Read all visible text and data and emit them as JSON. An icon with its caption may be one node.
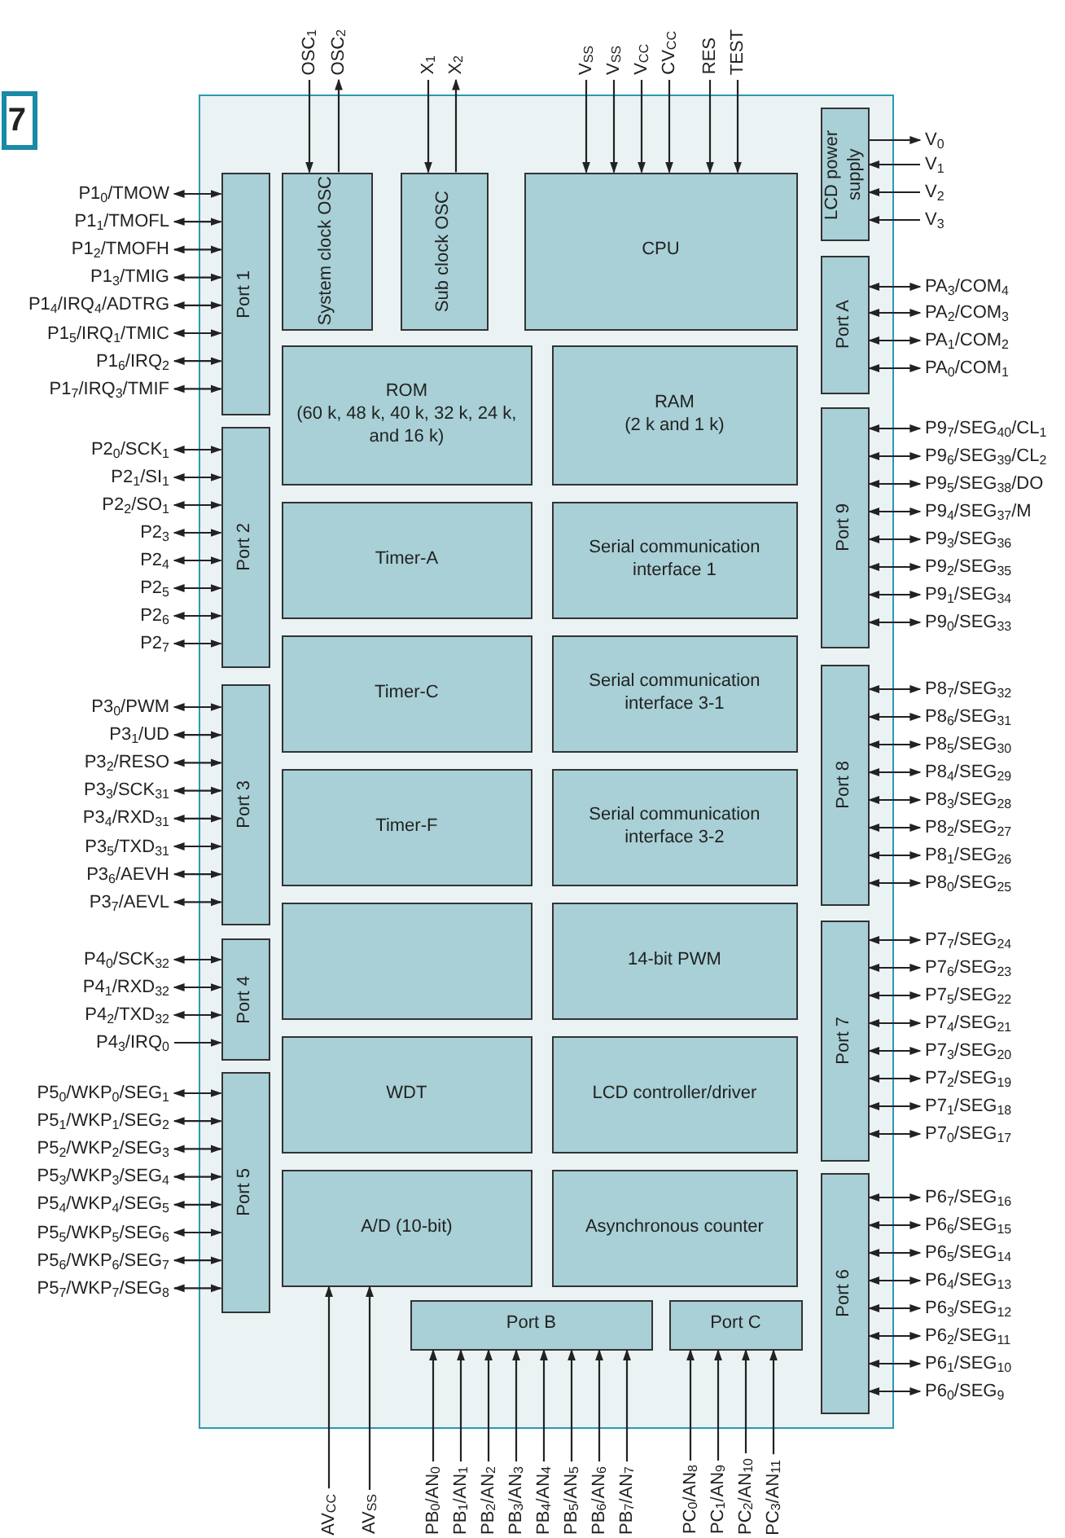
{
  "diagram": {
    "nodes": [
      {
        "text": [],
        "shape": "box"
      },
      {
        "text": [
          "Port 1"
        ],
        "in": 0
      },
      {
        "text": [
          "System clock OSC"
        ],
        "in": 0
      },
      {
        "text": [
          "Sub clock OSC"
        ],
        "in": 0
      },
      {
        "text": [
          "CPU"
        ],
        "in": 0
      },
      {
        "text": [
          "LCD power supply"
        ],
        "in": 0
      },
      {
        "text": [
          "Port A"
        ],
        "in": 0
      },
      {
        "text": [
          "ROM",
          "(60 k, 48 k, 40 k, 32 k, 24 k, and 16 k)"
        ],
        "in": 0
      },
      {
        "text": [
          "RAM",
          "(2 k and 1 k)"
        ],
        "in": 0
      },
      {
        "text": [
          "Port 9"
        ],
        "in": 0
      },
      {
        "text": [
          "Port 2"
        ],
        "in": 0
      },
      {
        "text": [
          "Timer-A"
        ],
        "in": 0
      },
      {
        "text": [
          "Serial communication interface 1"
        ],
        "in": 0
      },
      {
        "text": [
          "Port 3"
        ],
        "in": 0
      },
      {
        "text": [
          "Timer-C"
        ],
        "in": 0
      },
      {
        "text": [
          "Serial communication interface 3-1"
        ],
        "in": 0
      },
      {
        "text": [
          "Port 8"
        ],
        "in": 0
      },
      {
        "text": [
          "Timer-F"
        ],
        "in": 0
      },
      {
        "text": [
          "Serial communication interface 3-2"
        ],
        "in": 0
      },
      {
        "text": [
          "Port 4"
        ],
        "in": 0
      },
      {
        "text": [],
        "shape": "box",
        "in": 0
      },
      {
        "text": [
          "14-bit PWM"
        ],
        "in": 0
      },
      {
        "text": [
          "Port 7"
        ],
        "in": 0
      },
      {
        "text": [
          "Port 5"
        ],
        "in": 0
      },
      {
        "text": [
          "WDT"
        ],
        "in": 0
      },
      {
        "text": [
          "LCD controller/driver"
        ],
        "in": 0
      },
      {
        "text": [
          "A/D (10-bit)"
        ],
        "in": 0
      },
      {
        "text": [
          "Asynchronous counter"
        ],
        "in": 0
      },
      {
        "text": [
          "Port 6"
        ],
        "in": 0
      },
      {
        "text": [
          "Port B"
        ],
        "in": 0
      },
      {
        "text": [
          "Port C"
        ],
        "in": 0
      },
      {
        "text": [
          "OSC$_{1}$"
        ]
      },
      {
        "text": [
          "OSC$_{2}$"
        ]
      },
      {
        "text": [
          "X$_{1}$"
        ]
      },
      {
        "text": [
          "X$_{2}$"
        ]
      },
      {
        "text": [
          "V$_{SS}$"
        ]
      },
      {
        "text": [
          "V$_{SS}$"
        ]
      },
      {
        "text": [
          "V$_{CC}$"
        ]
      },
      {
        "text": [
          "CV$_{CC}$"
        ]
      },
      {
        "text": [
          "RES"
        ]
      },
      {
        "text": [
          "TEST"
        ]
      },
      {
        "text": [
          "V$_{0}$"
        ]
      },
      {
        "text": [
          "V$_{1}$"
        ]
      },
      {
        "text": [
          "V$_{2}$"
        ]
      },
      {
        "text": [
          "V$_{3}$"
        ]
      },
      {
        "text": [
          "PA$_{3}$/COM$_{4}$"
        ]
      },
      {
        "text": [
          "PA$_{2}$/COM$_{3}$"
        ]
      },
      {
        "text": [
          "PA$_{1}$/COM$_{2}$"
        ]
      },
      {
        "text": [
          "PA$_{0}$/COM$_{1}$"
        ]
      },
      {
        "text": [
          "P1$_{0}$/TMOW"
        ]
      },
      {
        "text": [
          "P1$_{1}$/TMOFL"
        ]
      },
      {
        "text": [
          "P1$_{2}$/TMOFH"
        ]
      },
      {
        "text": [
          "P1$_{3}$/TMIG"
        ]
      },
      {
        "text": [
          "P1$_{4}$/IRQ$_{4}$/ADTRG"
        ]
      },
      {
        "text": [
          "P1$_{5}$/IRQ$_{1}$/TMIC"
        ]
      },
      {
        "text": [
          "P1$_{6}$/IRQ$_{2}$"
        ]
      },
      {
        "text": [
          "P1$_{7}$/IRQ$_{3}$/TMIF"
        ]
      },
      {
        "text": [
          "P2$_{0}$/SCK$_{1}$"
        ]
      },
      {
        "text": [
          "P2$_{1}$/SI$_{1}$"
        ]
      },
      {
        "text": [
          "P2$_{2}$/SO$_{1}$"
        ]
      },
      {
        "text": [
          "P2$_{3}$"
        ]
      },
      {
        "text": [
          "P2$_{4}$"
        ]
      },
      {
        "text": [
          "P2$_{5}$"
        ]
      },
      {
        "text": [
          "P2$_{6}$"
        ]
      },
      {
        "text": [
          "P2$_{7}$"
        ]
      },
      {
        "text": [
          "P3$_{0}$/PWM"
        ]
      },
      {
        "text": [
          "P3$_{1}$/UD"
        ]
      },
      {
        "text": [
          "P3$_{2}$/RESO"
        ]
      },
      {
        "text": [
          "P3$_{3}$/SCK$_{31}$"
        ]
      },
      {
        "text": [
          "P3$_{4}$/RXD$_{31}$"
        ]
      },
      {
        "text": [
          "P3$_{5}$/TXD$_{31}$"
        ]
      },
      {
        "text": [
          "P3$_{6}$/AEVH"
        ]
      },
      {
        "text": [
          "P3$_{7}$/AEVL"
        ]
      },
      {
        "text": [
          "P4$_{0}$/SCK$_{32}$"
        ]
      },
      {
        "text": [
          "P4$_{1}$/RXD$_{32}$"
        ]
      },
      {
        "text": [
          "P4$_{2}$/TXD$_{32}$"
        ]
      },
      {
        "text": [
          "P4$_{3}$/IRQ$_{0}$"
        ]
      },
      {
        "text": [
          "P5$_{0}$/WKP$_{0}$/SEG$_{1}$"
        ]
      },
      {
        "text": [
          "P5$_{1}$/WKP$_{1}$/SEG$_{2}$"
        ]
      },
      {
        "text": [
          "P5$_{2}$/WKP$_{2}$/SEG$_{3}$"
        ]
      },
      {
        "text": [
          "P5$_{3}$/WKP$_{3}$/SEG$_{4}$"
        ]
      },
      {
        "text": [
          "P5$_{4}$/WKP$_{4}$/SEG$_{5}$"
        ]
      },
      {
        "text": [
          "P5$_{5}$/WKP$_{5}$/SEG$_{6}$"
        ]
      },
      {
        "text": [
          "P5$_{6}$/WKP$_{6}$/SEG$_{7}$"
        ]
      },
      {
        "text": [
          "P5$_{7}$/WKP$_{7}$/SEG$_{8}$"
        ]
      },
      {
        "text": [
          "P9$_{7}$/SEG$_{40}$/CL$_{1}$"
        ]
      },
      {
        "text": [
          "P9$_{6}$/SEG$_{39}$/CL$_{2}$"
        ]
      },
      {
        "text": [
          "P9$_{5}$/SEG$_{38}$/DO"
        ]
      },
      {
        "text": [
          "P9$_{4}$/SEG$_{37}$/M"
        ]
      },
      {
        "text": [
          "P9$_{3}$/SEG$_{36}$"
        ]
      },
      {
        "text": [
          "P9$_{2}$/SEG$_{35}$"
        ]
      },
      {
        "text": [
          "P9$_{1}$/SEG$_{34}$"
        ]
      },
      {
        "text": [
          "P9$_{0}$/SEG$_{33}$"
        ]
      },
      {
        "text": [
          "P8$_{7}$/SEG$_{32}$"
        ]
      },
      {
        "text": [
          "P8$_{6}$/SEG$_{31}$"
        ]
      },
      {
        "text": [
          "P8$_{5}$/SEG$_{30}$"
        ]
      },
      {
        "text": [
          "P8$_{4}$/SEG$_{29}$"
        ]
      },
      {
        "text": [
          "P8$_{3}$/SEG$_{28}$"
        ]
      },
      {
        "text": [
          "P8$_{2}$/SEG$_{27}$"
        ]
      },
      {
        "text": [
          "P8$_{1}$/SEG$_{26}$"
        ]
      },
      {
        "text": [
          "P8$_{0}$/SEG$_{25}$"
        ]
      },
      {
        "text": [
          "P7$_{7}$/SEG$_{24}$"
        ]
      },
      {
        "text": [
          "P7$_{6}$/SEG$_{23}$"
        ]
      },
      {
        "text": [
          "P7$_{5}$/SEG$_{22}$"
        ]
      },
      {
        "text": [
          "P7$_{4}$/SEG$_{21}$"
        ]
      },
      {
        "text": [
          "P7$_{3}$/SEG$_{20}$"
        ]
      },
      {
        "text": [
          "P7$_{2}$/SEG$_{19}$"
        ]
      },
      {
        "text": [
          "P7$_{1}$/SEG$_{18}$"
        ]
      },
      {
        "text": [
          "P7$_{0}$/SEG$_{17}$"
        ]
      },
      {
        "text": [
          "P6$_{7}$/SEG$_{16}$"
        ]
      },
      {
        "text": [
          "P6$_{6}$/SEG$_{15}$"
        ]
      },
      {
        "text": [
          "P6$_{5}$/SEG$_{14}$"
        ]
      },
      {
        "text": [
          "P6$_{4}$/SEG$_{13}$"
        ]
      },
      {
        "text": [
          "P6$_{3}$/SEG$_{12}$"
        ]
      },
      {
        "text": [
          "P6$_{2}$/SEG$_{11}$"
        ]
      },
      {
        "text": [
          "P6$_{1}$/SEG$_{10}$"
        ]
      },
      {
        "text": [
          "P6$_{0}$/SEG$_{9}$"
        ]
      },
      {
        "text": [
          "AV$_{CC}$"
        ]
      },
      {
        "text": [
          "AV$_{SS}$"
        ]
      },
      {
        "text": [
          "PB$_{0}$/AN$_{0}$"
        ]
      },
      {
        "text": [
          "PB$_{1}$/AN$_{1}$"
        ]
      },
      {
        "text": [
          "PB$_{2}$/AN$_{2}$"
        ]
      },
      {
        "text": [
          "PB$_{3}$/AN$_{3}$"
        ]
      },
      {
        "text": [
          "PB$_{4}$/AN$_{4}$"
        ]
      },
      {
        "text": [
          "PB$_{5}$/AN$_{5}$"
        ]
      },
      {
        "text": [
          "PB$_{6}$/AN$_{6}$"
        ]
      },
      {
        "text": [
          "PB$_{7}$/AN$_{7}$"
        ]
      },
      {
        "text": [
          "PC$_{0}$/AN$_{8}$"
        ]
      },
      {
        "text": [
          "PC$_{1}$/AN$_{9}$"
        ]
      },
      {
        "text": [
          "PC$_{2}$/AN$_{10}$"
        ]
      },
      {
        "text": [
          "PC$_{3}$/AN$_{11}$"
        ]
      }
    ],
    "edges": [
      {
        "from": 31,
        "to": 2,
        "arrow": "to"
      },
      {
        "from": 2,
        "to": 32,
        "arrow": "to"
      },
      {
        "from": 33,
        "to": 3,
        "arrow": "to"
      },
      {
        "from": 3,
        "to": 34,
        "arrow": "to"
      },
      {
        "from": 35,
        "to": 4,
        "arrow": "to"
      },
      {
        "from": 36,
        "to": 4,
        "arrow": "to"
      },
      {
        "from": 37,
        "to": 4,
        "arrow": "to"
      },
      {
        "from": 38,
        "to": 4,
        "arrow": "to"
      },
      {
        "from": 39,
        "to": 4,
        "arrow": "to"
      },
      {
        "from": 40,
        "to": 4,
        "arrow": "to"
      },
      {
        "from": 5,
        "to": 41,
        "arrow": "to"
      },
      {
        "from": 42,
        "to": 5,
        "arrow": "to"
      },
      {
        "from": 43,
        "to": 5,
        "arrow": "to"
      },
      {
        "from": 44,
        "to": 5,
        "arrow": "to"
      },
      {
        "from": 45,
        "to": 6,
        "arrow": "both"
      },
      {
        "from": 46,
        "to": 6,
        "arrow": "both"
      },
      {
        "from": 47,
        "to": 6,
        "arrow": "both"
      },
      {
        "from": 48,
        "to": 6,
        "arrow": "both"
      },
      {
        "from": 49,
        "to": 1,
        "arrow": "both"
      },
      {
        "from": 50,
        "to": 1,
        "arrow": "both"
      },
      {
        "from": 51,
        "to": 1,
        "arrow": "both"
      },
      {
        "from": 52,
        "to": 1,
        "arrow": "both"
      },
      {
        "from": 53,
        "to": 1,
        "arrow": "both"
      },
      {
        "from": 54,
        "to": 1,
        "arrow": "both"
      },
      {
        "from": 55,
        "to": 1,
        "arrow": "both"
      },
      {
        "from": 56,
        "to": 1,
        "arrow": "both"
      },
      {
        "from": 57,
        "to": 10,
        "arrow": "both"
      },
      {
        "from": 58,
        "to": 10,
        "arrow": "both"
      },
      {
        "from": 59,
        "to": 10,
        "arrow": "both"
      },
      {
        "from": 60,
        "to": 10,
        "arrow": "both"
      },
      {
        "from": 61,
        "to": 10,
        "arrow": "both"
      },
      {
        "from": 62,
        "to": 10,
        "arrow": "both"
      },
      {
        "from": 63,
        "to": 10,
        "arrow": "both"
      },
      {
        "from": 64,
        "to": 10,
        "arrow": "both"
      },
      {
        "from": 65,
        "to": 13,
        "arrow": "both"
      },
      {
        "from": 66,
        "to": 13,
        "arrow": "both"
      },
      {
        "from": 67,
        "to": 13,
        "arrow": "both"
      },
      {
        "from": 68,
        "to": 13,
        "arrow": "both"
      },
      {
        "from": 69,
        "to": 13,
        "arrow": "both"
      },
      {
        "from": 70,
        "to": 13,
        "arrow": "both"
      },
      {
        "from": 71,
        "to": 13,
        "arrow": "both"
      },
      {
        "from": 72,
        "to": 13,
        "arrow": "both"
      },
      {
        "from": 73,
        "to": 19,
        "arrow": "both"
      },
      {
        "from": 74,
        "to": 19,
        "arrow": "both"
      },
      {
        "from": 75,
        "to": 19,
        "arrow": "both"
      },
      {
        "from": 76,
        "to": 19,
        "arrow": "to"
      },
      {
        "from": 77,
        "to": 23,
        "arrow": "both"
      },
      {
        "from": 78,
        "to": 23,
        "arrow": "both"
      },
      {
        "from": 79,
        "to": 23,
        "arrow": "both"
      },
      {
        "from": 80,
        "to": 23,
        "arrow": "both"
      },
      {
        "from": 81,
        "to": 23,
        "arrow": "both"
      },
      {
        "from": 82,
        "to": 23,
        "arrow": "both"
      },
      {
        "from": 83,
        "to": 23,
        "arrow": "both"
      },
      {
        "from": 84,
        "to": 23,
        "arrow": "both"
      },
      {
        "from": 85,
        "to": 9,
        "arrow": "both"
      },
      {
        "from": 86,
        "to": 9,
        "arrow": "both"
      },
      {
        "from": 87,
        "to": 9,
        "arrow": "both"
      },
      {
        "from": 88,
        "to": 9,
        "arrow": "both"
      },
      {
        "from": 89,
        "to": 9,
        "arrow": "both"
      },
      {
        "from": 90,
        "to": 9,
        "arrow": "both"
      },
      {
        "from": 91,
        "to": 9,
        "arrow": "both"
      },
      {
        "from": 92,
        "to": 9,
        "arrow": "both"
      },
      {
        "from": 93,
        "to": 16,
        "arrow": "both"
      },
      {
        "from": 94,
        "to": 16,
        "arrow": "both"
      },
      {
        "from": 95,
        "to": 16,
        "arrow": "both"
      },
      {
        "from": 96,
        "to": 16,
        "arrow": "both"
      },
      {
        "from": 97,
        "to": 16,
        "arrow": "both"
      },
      {
        "from": 98,
        "to": 16,
        "arrow": "both"
      },
      {
        "from": 99,
        "to": 16,
        "arrow": "both"
      },
      {
        "from": 100,
        "to": 16,
        "arrow": "both"
      },
      {
        "from": 101,
        "to": 22,
        "arrow": "both"
      },
      {
        "from": 102,
        "to": 22,
        "arrow": "both"
      },
      {
        "from": 103,
        "to": 22,
        "arrow": "both"
      },
      {
        "from": 104,
        "to": 22,
        "arrow": "both"
      },
      {
        "from": 105,
        "to": 22,
        "arrow": "both"
      },
      {
        "from": 106,
        "to": 22,
        "arrow": "both"
      },
      {
        "from": 107,
        "to": 22,
        "arrow": "both"
      },
      {
        "from": 108,
        "to": 22,
        "arrow": "both"
      },
      {
        "from": 109,
        "to": 28,
        "arrow": "both"
      },
      {
        "from": 110,
        "to": 28,
        "arrow": "both"
      },
      {
        "from": 111,
        "to": 28,
        "arrow": "both"
      },
      {
        "from": 112,
        "to": 28,
        "arrow": "both"
      },
      {
        "from": 113,
        "to": 28,
        "arrow": "both"
      },
      {
        "from": 114,
        "to": 28,
        "arrow": "both"
      },
      {
        "from": 115,
        "to": 28,
        "arrow": "both"
      },
      {
        "from": 116,
        "to": 28,
        "arrow": "both"
      },
      {
        "from": 117,
        "to": 26,
        "arrow": "to"
      },
      {
        "from": 118,
        "to": 26,
        "arrow": "to"
      },
      {
        "from": 119,
        "to": 29,
        "arrow": "to"
      },
      {
        "from": 120,
        "to": 29,
        "arrow": "to"
      },
      {
        "from": 121,
        "to": 29,
        "arrow": "to"
      },
      {
        "from": 122,
        "to": 29,
        "arrow": "to"
      },
      {
        "from": 123,
        "to": 29,
        "arrow": "to"
      },
      {
        "from": 124,
        "to": 29,
        "arrow": "to"
      },
      {
        "from": 125,
        "to": 29,
        "arrow": "to"
      },
      {
        "from": 126,
        "to": 29,
        "arrow": "to"
      },
      {
        "from": 127,
        "to": 30,
        "arrow": "to"
      },
      {
        "from": 128,
        "to": 30,
        "arrow": "to"
      },
      {
        "from": 129,
        "to": 30,
        "arrow": "to"
      },
      {
        "from": 130,
        "to": 30,
        "arrow": "to"
      }
    ],
    "labels": [
      "7"
    ]
  }
}
